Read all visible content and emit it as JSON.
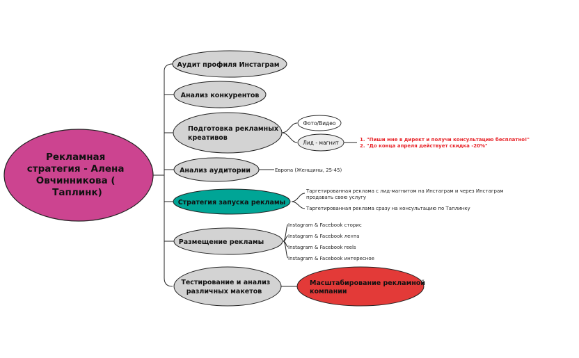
{
  "root": {
    "lines": [
      "Рекламная",
      "стратегия - Алена",
      "Овчинникова (",
      "Таплинк)"
    ]
  },
  "branches": {
    "audit": [
      "Аудит профиля Инстаграм"
    ],
    "competitors": [
      "Анализ конкурентов"
    ],
    "creatives": [
      "Подготовка рекламных",
      "креативов"
    ],
    "audience": [
      "Анализ аудитории"
    ],
    "launch": [
      "Стратегия запуска рекламы"
    ],
    "placement": [
      "Размещение рекламы"
    ],
    "testing": [
      "Тестирование и анализ",
      "различных макетов"
    ]
  },
  "creatives_children": {
    "photo": "Фото/Видео",
    "lead": "Лид - магнит"
  },
  "lead_notes": [
    "1. \"Пиши мне в директ и получи консультацию бесплатно!\"",
    "2. \"До конца апреля действует скидка -20%\""
  ],
  "audience_note": "Европа (Женщины, 25-45)",
  "launch_notes": [
    [
      "Таргетированная реклама с лид-магнитом на Инстаграм и через Инстаграм",
      "продавать свою услугу"
    ],
    [
      "Таргетированная реклама сразу на консультацию по Таплинку"
    ]
  ],
  "placement_items": [
    "Instagram & Facebook сторис",
    "Instagram & Facebook лента",
    "Instagram & Facebook reels",
    "Instagram & Facebook интересное"
  ],
  "scaling": [
    "Масштабирование рекламной",
    "компании"
  ],
  "colors": {
    "root_fill": "#cc4490",
    "branch_fill": "#d3d3d3",
    "launch_fill": "#00a596",
    "scaling_fill": "#e33a38",
    "note_red": "#e8252a",
    "line": "#222222"
  }
}
